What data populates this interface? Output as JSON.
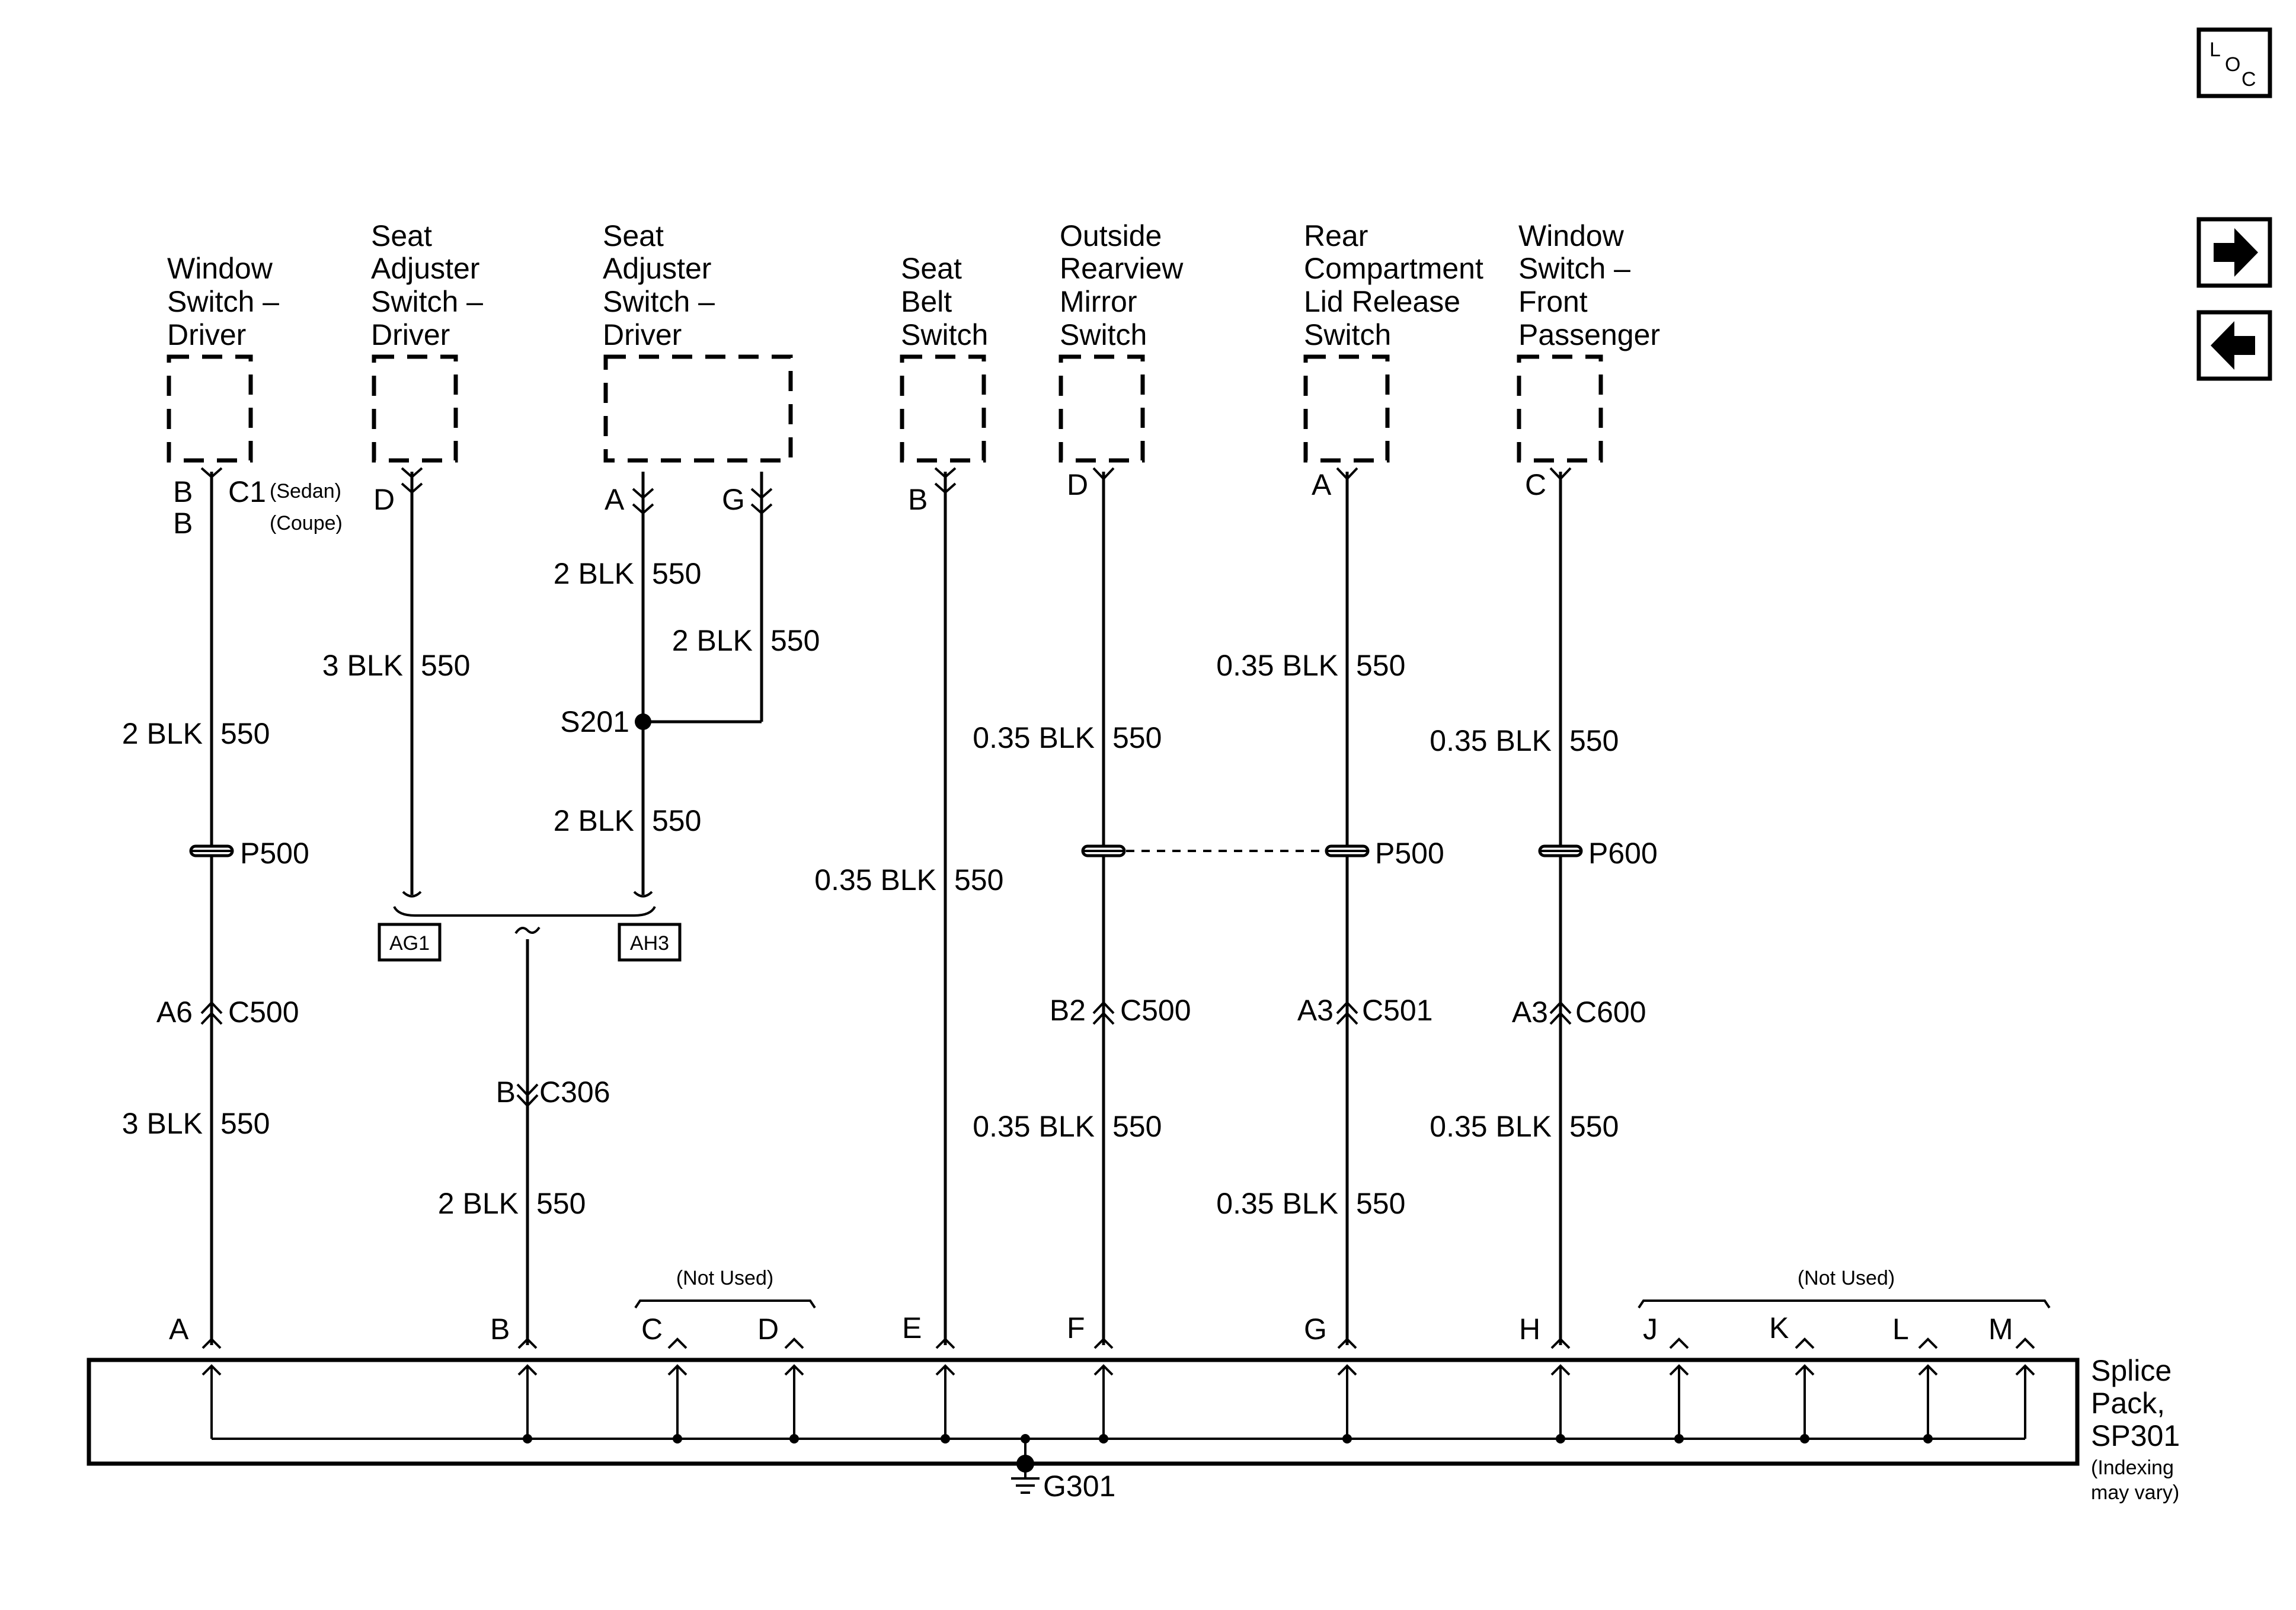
{
  "components": {
    "window_switch_driver": [
      "Window",
      "Switch –",
      "Driver"
    ],
    "seat_adjuster_switch_driver_1": [
      "Seat",
      "Adjuster",
      "Switch –",
      "Driver"
    ],
    "seat_adjuster_switch_driver_2": [
      "Seat",
      "Adjuster",
      "Switch –",
      "Driver"
    ],
    "seat_belt_switch": [
      "Seat",
      "Belt",
      "Switch"
    ],
    "outside_rearview_mirror_switch": [
      "Outside",
      "Rearview",
      "Mirror",
      "Switch"
    ],
    "rear_compartment_lid_release_switch": [
      "Rear",
      "Compartment",
      "Lid Release",
      "Switch"
    ],
    "window_switch_front_passenger": [
      "Window",
      "Switch –",
      "Front",
      "Passenger"
    ]
  },
  "pins": {
    "window_b1": "B",
    "window_c1": "C1",
    "window_b2": "B",
    "sedan": "(Sedan)",
    "coupe": "(Coupe)",
    "seat1_d": "D",
    "seat2_a": "A",
    "seat2_g": "G",
    "belt_b": "B",
    "mirror_d": "D",
    "rear_a": "A",
    "pass_c": "C"
  },
  "wires": {
    "w1_top": {
      "size": "2 BLK",
      "circuit": "550"
    },
    "w1_bot": {
      "size": "3 BLK",
      "circuit": "550"
    },
    "w2": {
      "size": "3 BLK",
      "circuit": "550"
    },
    "w3_top": {
      "size": "2 BLK",
      "circuit": "550"
    },
    "w3_g": {
      "size": "2 BLK",
      "circuit": "550"
    },
    "w3_bot": {
      "size": "2 BLK",
      "circuit": "550"
    },
    "w_seat_bot": {
      "size": "2 BLK",
      "circuit": "550"
    },
    "w_belt": {
      "size": "0.35 BLK",
      "circuit": "550"
    },
    "w_mirror_top": {
      "size": "0.35 BLK",
      "circuit": "550"
    },
    "w_mirror_bot": {
      "size": "0.35 BLK",
      "circuit": "550"
    },
    "w_rear_top": {
      "size": "0.35 BLK",
      "circuit": "550"
    },
    "w_rear_bot": {
      "size": "0.35 BLK",
      "circuit": "550"
    },
    "w_pass_top": {
      "size": "0.35 BLK",
      "circuit": "550"
    },
    "w_pass_bot": {
      "size": "0.35 BLK",
      "circuit": "550"
    }
  },
  "connectors": {
    "p500_left": "P500",
    "p500_right": "P500",
    "p600": "P600",
    "a6": "A6",
    "c500_left": "C500",
    "b2": "B2",
    "c500_right": "C500",
    "a3_c501": "A3",
    "c501": "C501",
    "a3_c600": "A3",
    "c600": "C600",
    "b_c306": "B",
    "c306": "C306",
    "s201": "S201",
    "ag1": "AG1",
    "ah3": "AH3"
  },
  "splice_pack": {
    "label": [
      "Splice",
      "Pack,",
      "SP301"
    ],
    "note": [
      "(Indexing",
      "may vary)"
    ],
    "pins": [
      "A",
      "B",
      "C",
      "D",
      "E",
      "F",
      "G",
      "H",
      "J",
      "K",
      "L",
      "M"
    ],
    "not_used": "(Not Used)",
    "ground": "G301"
  },
  "nav": {
    "loc_icon": [
      "L",
      "O",
      "C"
    ],
    "next_icon": "right-arrow",
    "prev_icon": "left-arrow"
  }
}
